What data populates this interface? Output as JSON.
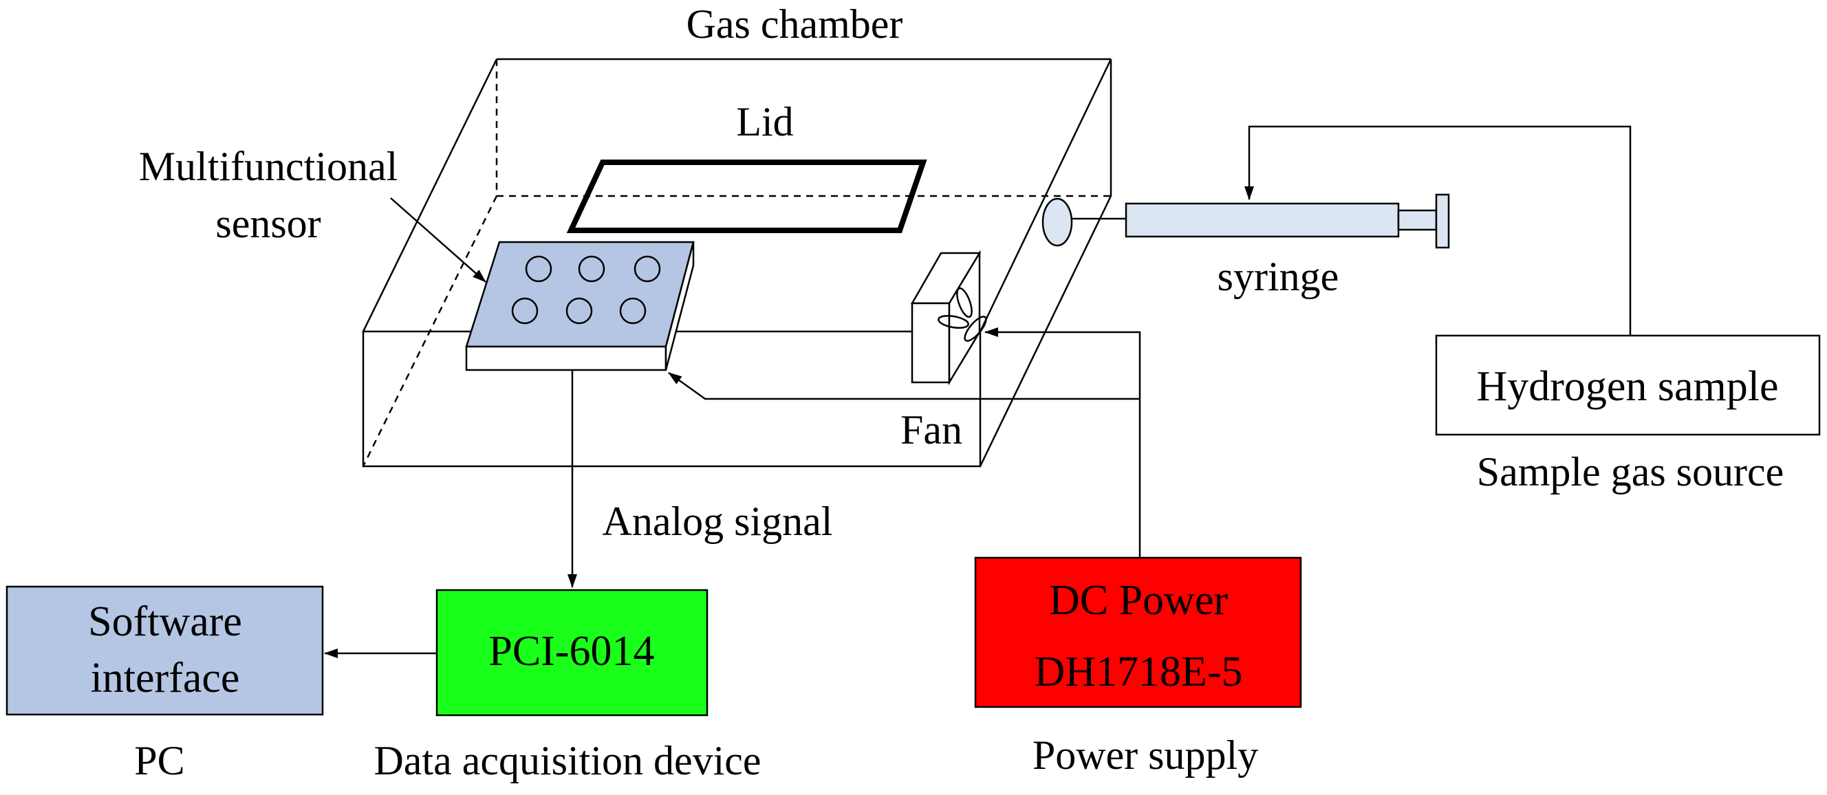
{
  "labels": {
    "gas_chamber": "Gas chamber",
    "lid": "Lid",
    "multifunctional_line1": "Multifunctional",
    "multifunctional_line2": "sensor",
    "syringe": "syringe",
    "fan": "Fan",
    "analog_signal": "Analog signal",
    "sample_gas_source": "Sample gas source",
    "pc": "PC",
    "data_acquisition_device": "Data acquisition device",
    "power_supply": "Power supply"
  },
  "boxes": {
    "software_line1": "Software",
    "software_line2": "interface",
    "daq": "PCI-6014",
    "dc_power_line1": "DC Power",
    "dc_power_line2": "DH1718E-5",
    "hydrogen_sample": "Hydrogen sample"
  },
  "colors": {
    "software_fill": "#b4c6e3",
    "daq_fill": "#1aff1a",
    "dc_power_fill": "#ff0000",
    "sensor_top_fill": "#b4c6e3",
    "syringe_fill": "#dce6f2"
  }
}
